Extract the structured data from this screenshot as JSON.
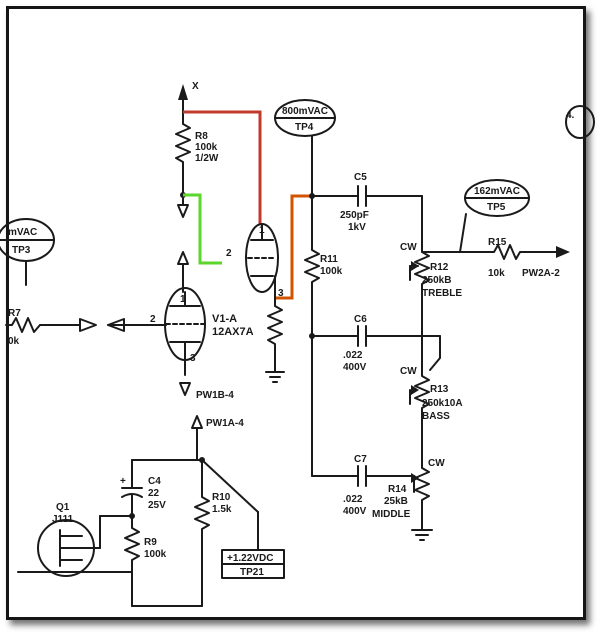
{
  "colors": {
    "ink": "#1a1a1a",
    "highlight_red": "#c0392b",
    "highlight_orange": "#d35400",
    "highlight_green": "#5cd62c"
  },
  "labels": {
    "x_node": "X",
    "tp4_value": "800mVAC",
    "tp4_name": "TP4",
    "tp5_value": "162mVAC",
    "tp5_name": "TP5",
    "tp3_value": "mVAC",
    "tp3_name": "TP3",
    "tp_right_value": "4.",
    "tp21_value": "+1.22VDC",
    "tp21_name": "TP21",
    "r8_name": "R8",
    "r8_value": "100k",
    "r8_watt": "1/2W",
    "r11_name": "R11",
    "r11_value": "100k",
    "r10_name": "R10",
    "r10_value": "1.5k",
    "r9_name": "R9",
    "r9_value": "100k",
    "r7_name": "R7",
    "r7_value": "0k",
    "r15_name": "R15",
    "r15_value": "10k",
    "r12_name": "R12",
    "r12_value": "250kB",
    "r12_fn": "TREBLE",
    "r13_name": "R13",
    "r13_value": "250k10A",
    "r13_fn": "BASS",
    "r14_name": "R14",
    "r14_value": "25kB",
    "r14_fn": "MIDDLE",
    "c5_name": "C5",
    "c5_value": "250pF",
    "c5_volt": "1kV",
    "c6_name": "C6",
    "c6_value": ".022",
    "c6_volt": "400V",
    "c7_name": "C7",
    "c7_value": ".022",
    "c7_volt": "400V",
    "c4_name": "C4",
    "c4_value": "22",
    "c4_volt": "25V",
    "q1_name": "Q1",
    "q1_type": "J111",
    "v1a_name": "V1-A",
    "v1a_type": "12AX7A",
    "pin_1": "1",
    "pin_2": "2",
    "pin_3": "3",
    "cw": "CW",
    "pw1b": "PW1B-4",
    "pw1a": "PW1A-4",
    "pw2a": "PW2A-2"
  }
}
